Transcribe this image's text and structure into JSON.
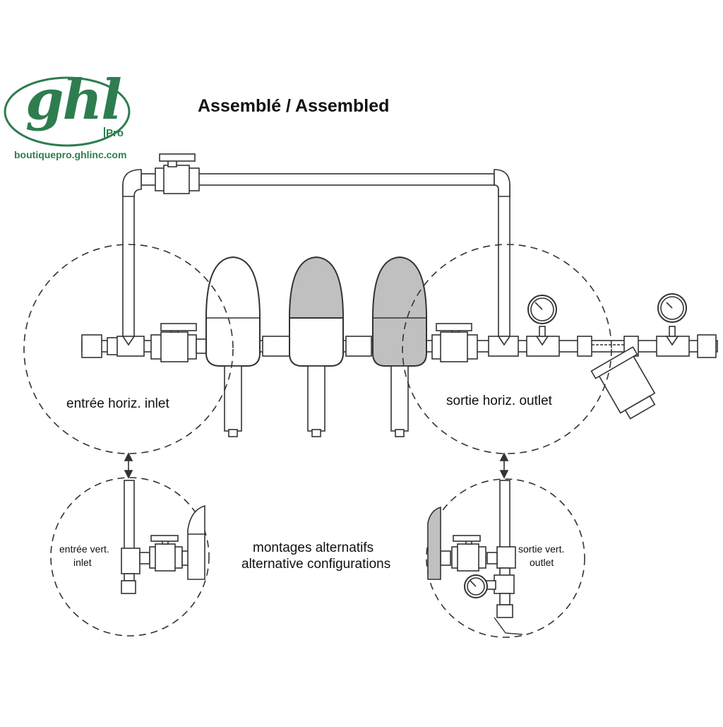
{
  "logo": {
    "word": "ghl",
    "tag": "Pro",
    "url": "boutiquepro.ghlinc.com"
  },
  "title": "Assemblé / Assembled",
  "labels": {
    "inlet_horizontal": "entrée  horiz. inlet",
    "outlet_horizontal": "sortie horiz. outlet",
    "inlet_vertical_1": "entrée vert.",
    "inlet_vertical_2": "inlet",
    "outlet_vertical_1": "sortie vert.",
    "outlet_vertical_2": "outlet",
    "alt_fr": "montages alternatifs",
    "alt_en": "alternative configurations"
  },
  "colors": {
    "brand_green": "#2e7d4f",
    "housing_grey": "#c0c0c0",
    "line": "#333333"
  }
}
